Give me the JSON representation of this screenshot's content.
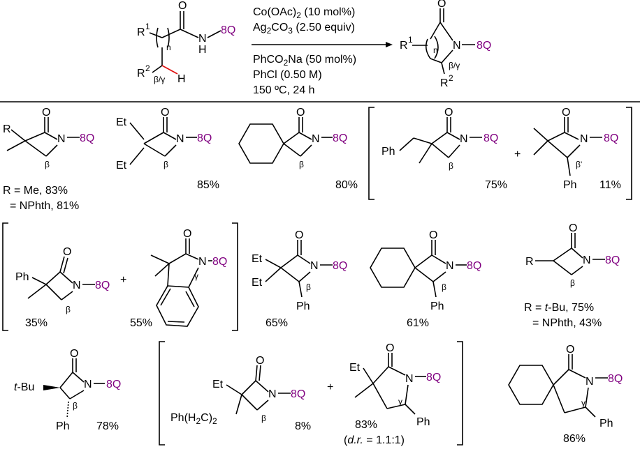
{
  "accent_colors": {
    "q8": "#800080",
    "highlight_bond": "#e01010"
  },
  "scheme": {
    "substrate": {
      "r1": "R",
      "r1_sup": "1",
      "r2": "R",
      "r2_sup": "2",
      "n": "n",
      "pos": "β/γ",
      "o": "O",
      "nh": "H",
      "n_atom": "N",
      "q8": "8Q",
      "h": "H"
    },
    "conditions": [
      "Co(OAc)",
      "Ag",
      "PhCO",
      "PhCl (0.50 M)",
      "150 ºC, 24 h"
    ],
    "conditions_parts": {
      "co_sub": "2",
      "co_rest": " (10 mol%)",
      "ag_sub": "2",
      "ag_mid": "CO",
      "ag_sub2": "3",
      "ag_rest": " (2.50 equiv)",
      "ph_sub": "2",
      "ph_rest": "Na (50 mol%)"
    },
    "product": {
      "r1": "R",
      "r1_sup": "1",
      "n": "n",
      "pos": "β/γ",
      "r2": "R",
      "r2_sup": "2",
      "o": "O",
      "n_atom": "N",
      "q8": "8Q"
    }
  },
  "labels": {
    "O": "O",
    "N": "N",
    "Q": "8Q",
    "beta": "β",
    "betap": "β'",
    "gamma": "γ",
    "R": "R",
    "Et": "Et",
    "Ph": "Ph",
    "tBu": "t",
    "tBu_rest": "-Bu",
    "plus": "+",
    "PhCH2": "Ph(H",
    "PhCH2_c": "C)",
    "PhCH2_2": "2",
    "PhCH2_H2": "2"
  },
  "yields": {
    "r1a": "R = Me, 83%",
    "r1b": "= NPhth, 81%",
    "r1c2": "85%",
    "r1c3": "80%",
    "r1c4a": "75%",
    "r1c4b": "11%",
    "r2c1a": "35%",
    "r2c1b": "55%",
    "r2c2": "65%",
    "r2c3": "61%",
    "r2c4a_pre": "R = ",
    "r2c4a_it": "t",
    "r2c4a_post": "-Bu, 75%",
    "r2c4b": "= NPhth, 43%",
    "r3c1": "78%",
    "r3c2a": "8%",
    "r3c2b": "83%",
    "r3c2c_pre": "(",
    "r3c2c_it": "d.r.",
    "r3c2c_post": " = 1.1:1)",
    "r3c3": "86%"
  }
}
